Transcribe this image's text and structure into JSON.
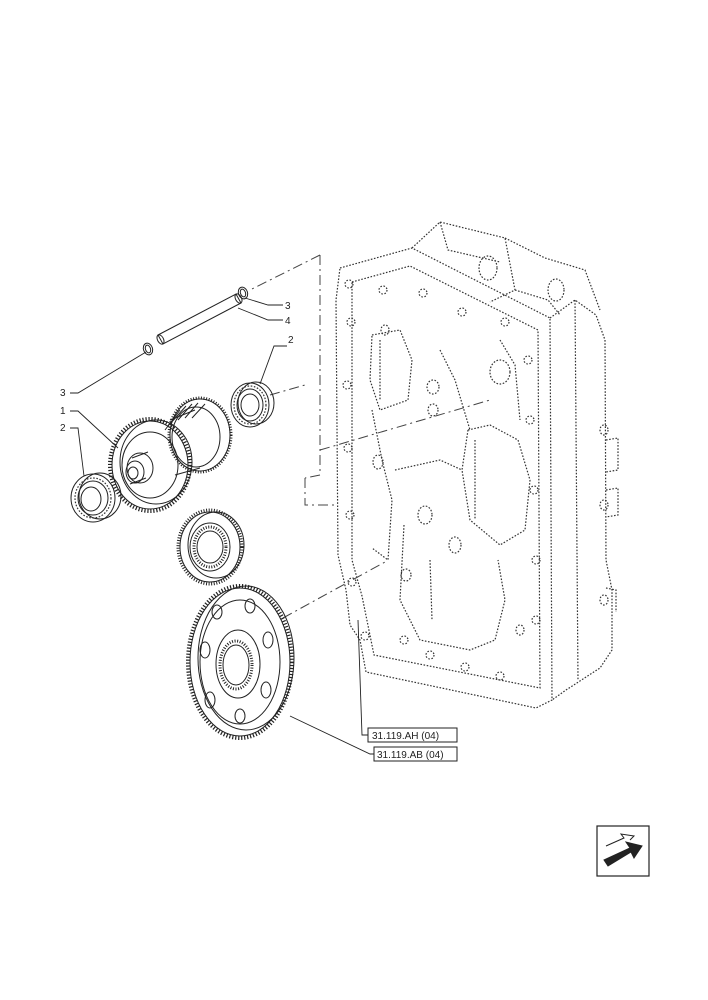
{
  "callouts": {
    "c3_top": "3",
    "c4": "4",
    "c2_right": "2",
    "c3_left": "3",
    "c1": "1",
    "c2_left": "2"
  },
  "references": {
    "ref_ah": "31.119.AH (04)",
    "ref_ab": "31.119.AB (04)"
  },
  "nav_icon": "arrow-navigation-icon"
}
